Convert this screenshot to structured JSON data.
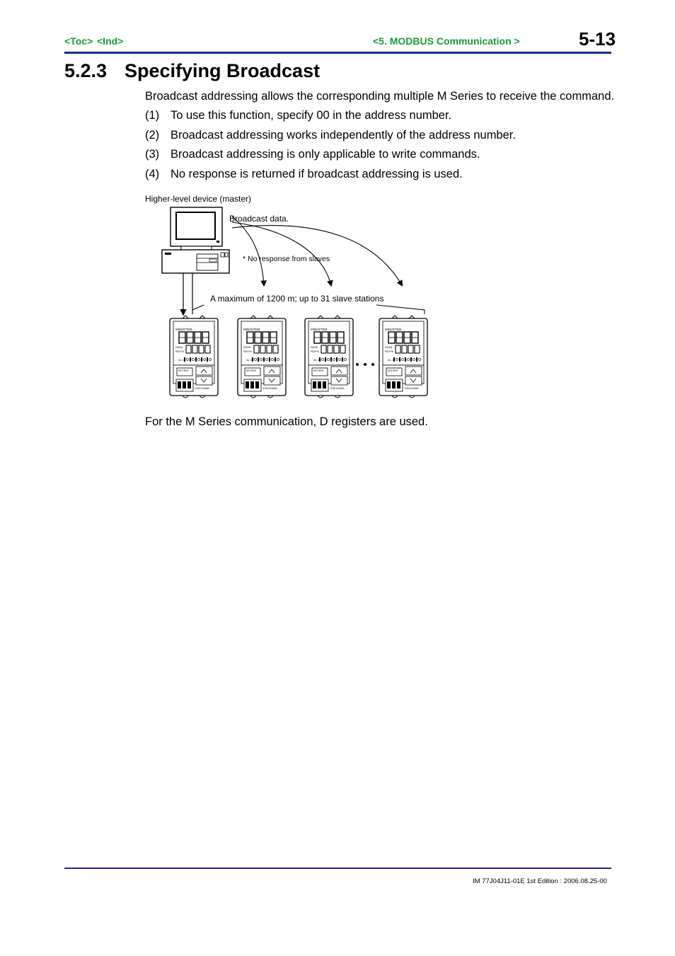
{
  "header": {
    "toc_link": "<Toc>",
    "ind_link": "<Ind>",
    "chapter_link": "<5. MODBUS Communication >",
    "page_number": "5-13",
    "link_color": "#1a9a3a",
    "rule_color": "#1a2a7a"
  },
  "section": {
    "number": "5.2.3",
    "title": "Specifying Broadcast"
  },
  "intro": "Broadcast addressing allows the corresponding multiple M Series to receive the command.",
  "items": [
    {
      "label": "(1)",
      "text": "To use this function, specify 00 in the address number."
    },
    {
      "label": "(2)",
      "text": "Broadcast addressing works independently of the address number."
    },
    {
      "label": "(3)",
      "text": "Broadcast addressing is only applicable to write commands."
    },
    {
      "label": "(4)",
      "text": "No response is returned if broadcast addressing is used."
    }
  ],
  "figure": {
    "master_label": "Higher-level device (master)",
    "broadcast_label": "Broadcast data.",
    "no_response_label": "* No response from slaves",
    "distance_label": "A maximum of 1200 m; up to 31 slave stations",
    "slave_panel": {
      "brand_top": "MINI/STEM",
      "data_label": "DATA",
      "rdy_label": "RDY%",
      "al_label": "AL 1",
      "button_label": "SET/ENT",
      "maker": "YOKOGAWA"
    },
    "ellipsis_icon": "ellipsis-dots-icon"
  },
  "closing": "For the M Series communication, D registers are used.",
  "footer": "IM 77J04J11-01E   1st Edition : 2006.08.25-00"
}
